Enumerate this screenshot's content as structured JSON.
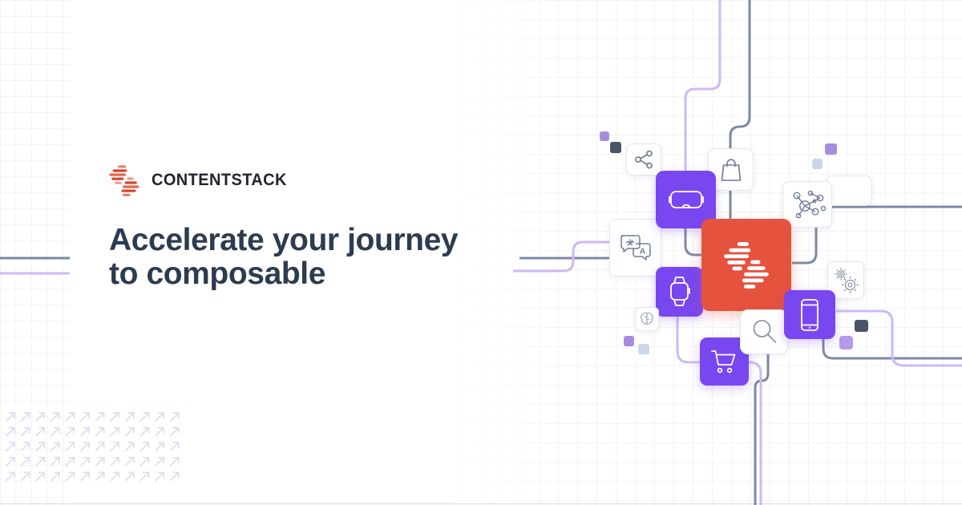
{
  "brand": {
    "logo_text": "CONTENTSTACK"
  },
  "headline": {
    "line1": "Accelerate your journey",
    "line2": "to composable"
  },
  "colors": {
    "accent_red": "#E5523E",
    "accent_purple": "#7847F0",
    "headline": "#2C3B50",
    "logo_text_color": "#22252D",
    "slate_line": "#7E89A3",
    "purple_line": "#CDB9F5",
    "dark_square": "#4A5568",
    "purple_square": "#A78BDF",
    "light_square": "#CBD7E8",
    "grid_line": "#EDF0F6",
    "arrow_pattern": "#D8E0ED",
    "icon_stroke": "#6F7B95",
    "card_border": "#E1E6EF"
  },
  "illustration": {
    "center_tile": {
      "name": "contentstack-tile",
      "logo": "contentstack-stripes-logo"
    },
    "cards": [
      {
        "name": "share-card",
        "icon": "share-icon"
      },
      {
        "name": "shopping-bag-card",
        "icon": "shopping-bag-icon"
      },
      {
        "name": "network-card",
        "icon": "network-icon"
      },
      {
        "name": "translate-card",
        "icon": "translate-icon"
      },
      {
        "name": "vr-headset-card",
        "icon": "vr-headset-icon"
      },
      {
        "name": "smartwatch-card",
        "icon": "smartwatch-icon"
      },
      {
        "name": "gears-card",
        "icon": "gears-icon"
      },
      {
        "name": "brain-card",
        "icon": "brain-icon"
      },
      {
        "name": "shopping-cart-card",
        "icon": "shopping-cart-icon"
      },
      {
        "name": "search-card",
        "icon": "search-icon"
      },
      {
        "name": "smartphone-card",
        "icon": "smartphone-icon"
      }
    ],
    "decor": [
      "grid-paper-left",
      "grid-paper-right",
      "arrow-pattern-bottom-left",
      "connector-lines",
      "accent-squares"
    ]
  }
}
